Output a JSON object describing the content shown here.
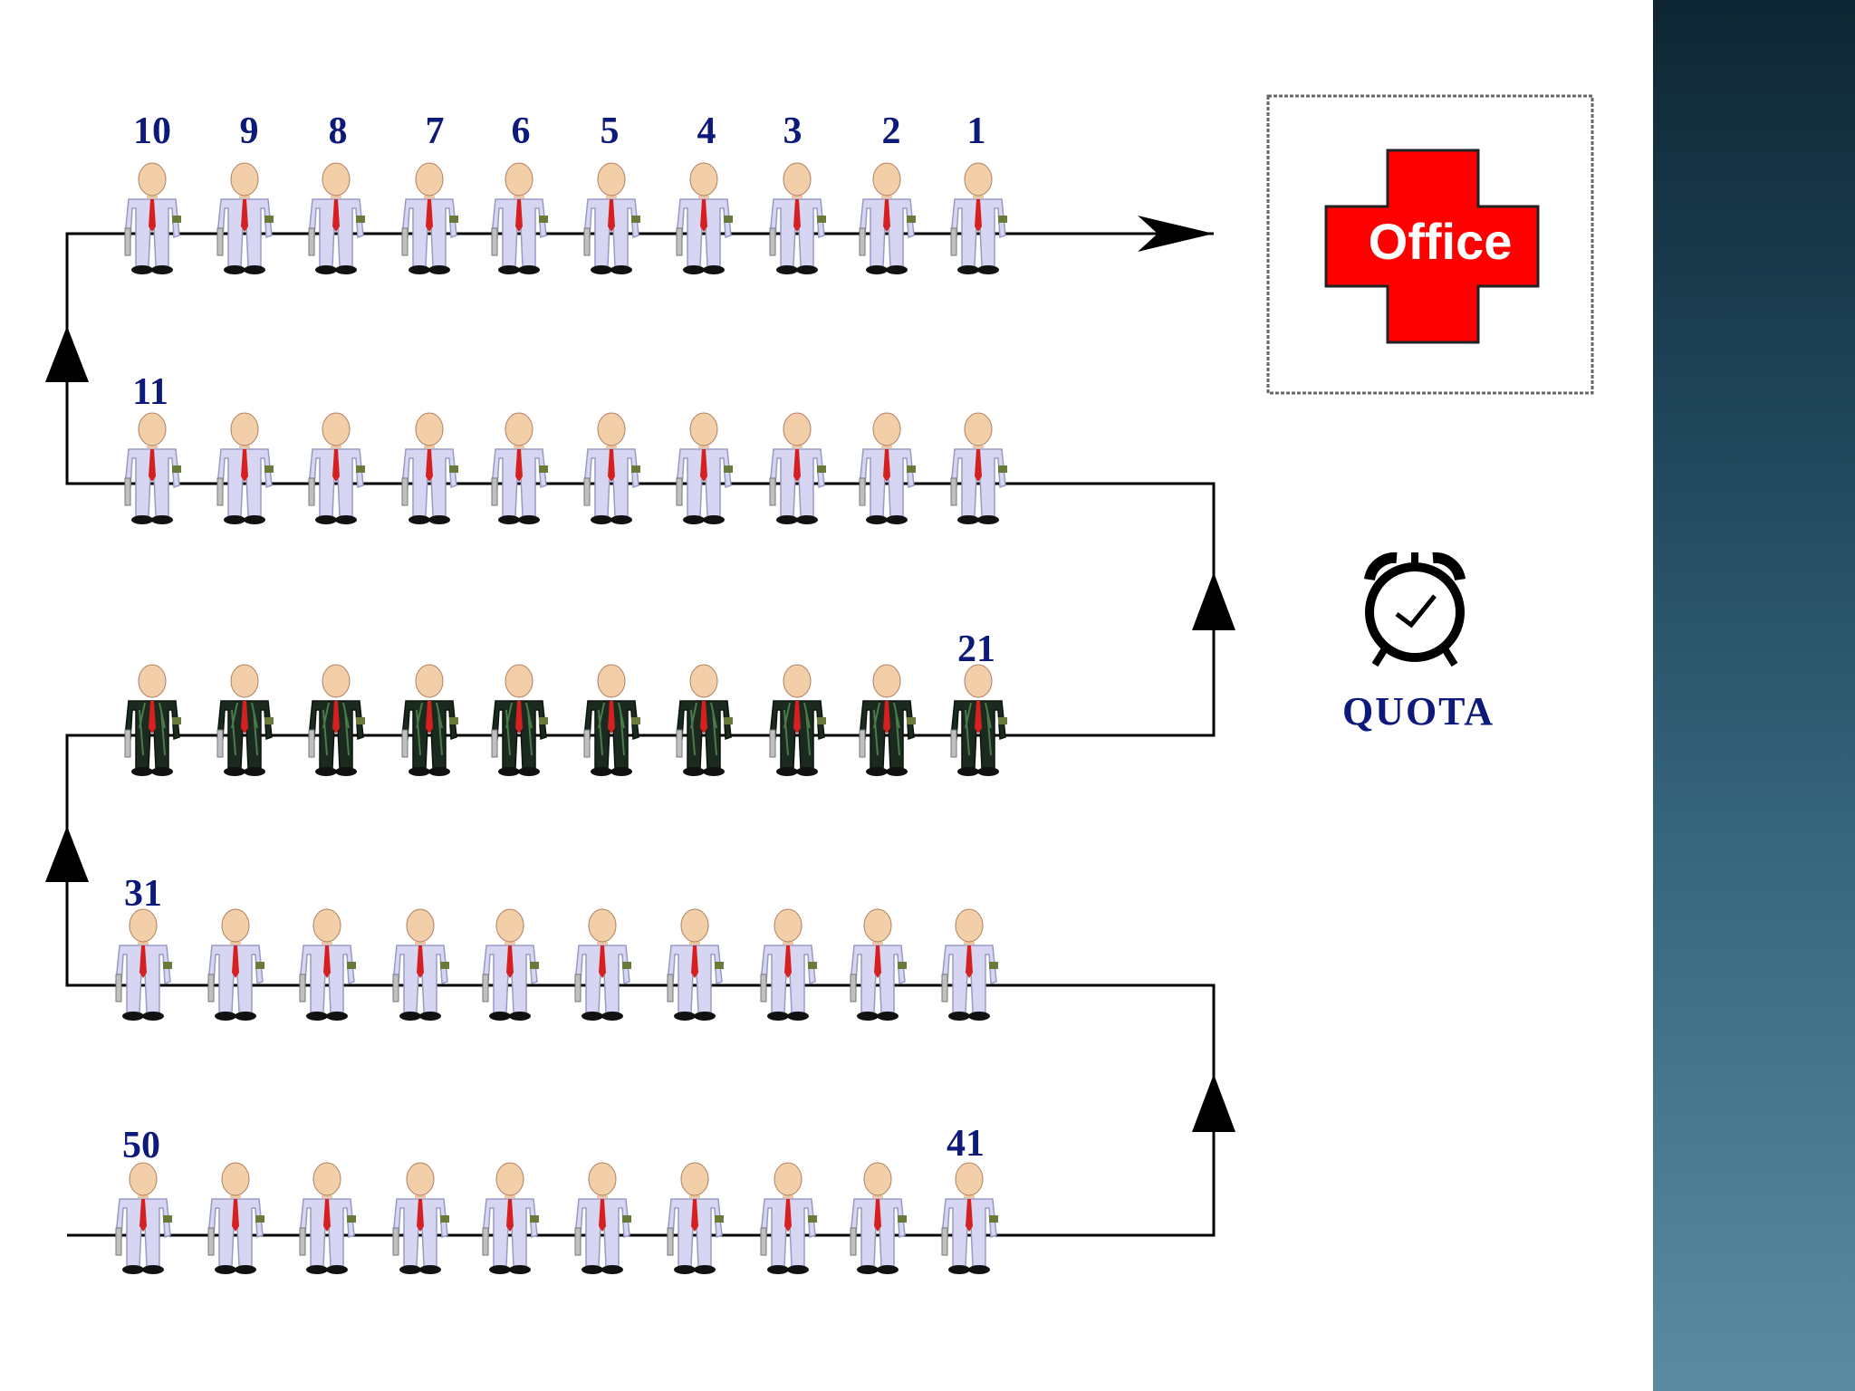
{
  "diagram": {
    "office_label": "Office",
    "quota_label": "QUOTA",
    "rows": [
      {
        "label_left": "",
        "label_right": "",
        "numbers": [
          "10",
          "9",
          "8",
          "7",
          "6",
          "5",
          "4",
          "3",
          "2",
          "1"
        ],
        "style": "light"
      },
      {
        "label_left": "11",
        "label_right": "",
        "numbers": [],
        "style": "light"
      },
      {
        "label_left": "",
        "label_right": "21",
        "numbers": [],
        "style": "dark"
      },
      {
        "label_left": "31",
        "label_right": "",
        "numbers": [],
        "style": "light"
      },
      {
        "label_left": "50",
        "label_right": "41",
        "numbers": [],
        "style": "light"
      }
    ],
    "colors": {
      "number_text": "#0d1a7a",
      "office_cross": "#ff0000",
      "light_suit": "#d6d6f2",
      "dark_suit": "#1b2a1e",
      "tie": "#d62020"
    },
    "icons": [
      "person-icon",
      "alarm-clock-icon",
      "office-cross-icon",
      "arrow-icon"
    ]
  }
}
